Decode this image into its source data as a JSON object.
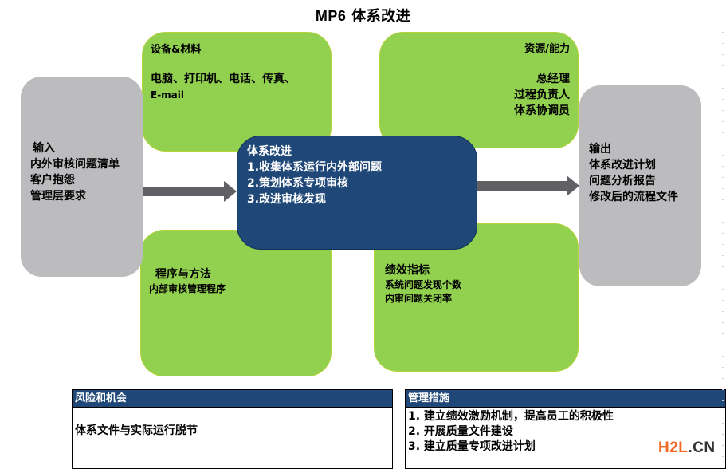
{
  "title": {
    "code": "MP6",
    "text": "体系改进"
  },
  "input_box": {
    "heading": "输入",
    "items": [
      "内外审核问题清单",
      "客户抱怨",
      "管理层要求"
    ]
  },
  "equipment_box": {
    "heading": "设备&材料",
    "line1": "电脑、打印机、电话、传真、",
    "line2": "E-mail"
  },
  "resources_box": {
    "heading": "资源/能力",
    "items": [
      "总经理",
      "过程负责人",
      "体系协调员"
    ]
  },
  "process_box": {
    "heading": "体系改进",
    "items": [
      "1.收集体系运行内外部问题",
      "2.策划体系专项审核",
      "3.改进审核发现"
    ]
  },
  "methods_box": {
    "heading": "程序与方法",
    "items": [
      "内部审核管理程序"
    ]
  },
  "kpi_box": {
    "heading": "绩效指标",
    "items": [
      "系统问题发现个数",
      "内审问题关闭率"
    ]
  },
  "output_box": {
    "heading": "输出",
    "items": [
      "体系改进计划",
      "问题分析报告",
      "修改后的流程文件"
    ]
  },
  "risk_table": {
    "header": "风险和机会",
    "items": [
      "体系文件与实际运行脱节"
    ]
  },
  "measures_table": {
    "header": "管理措施",
    "items": [
      "1. 建立绩效激励机制，提高员工的积极性",
      "2. 开展质量文件建设",
      "3. 建立质量专项改进计划"
    ]
  },
  "watermark": {
    "brand": "H2L",
    "suffix": ".CN",
    "brand_color": "#f26522",
    "suffix_color": "#333333"
  },
  "colors": {
    "green": "#92d050",
    "gray": "#bcbcbe",
    "blue": "#1f4878",
    "arrow": "#616165"
  }
}
